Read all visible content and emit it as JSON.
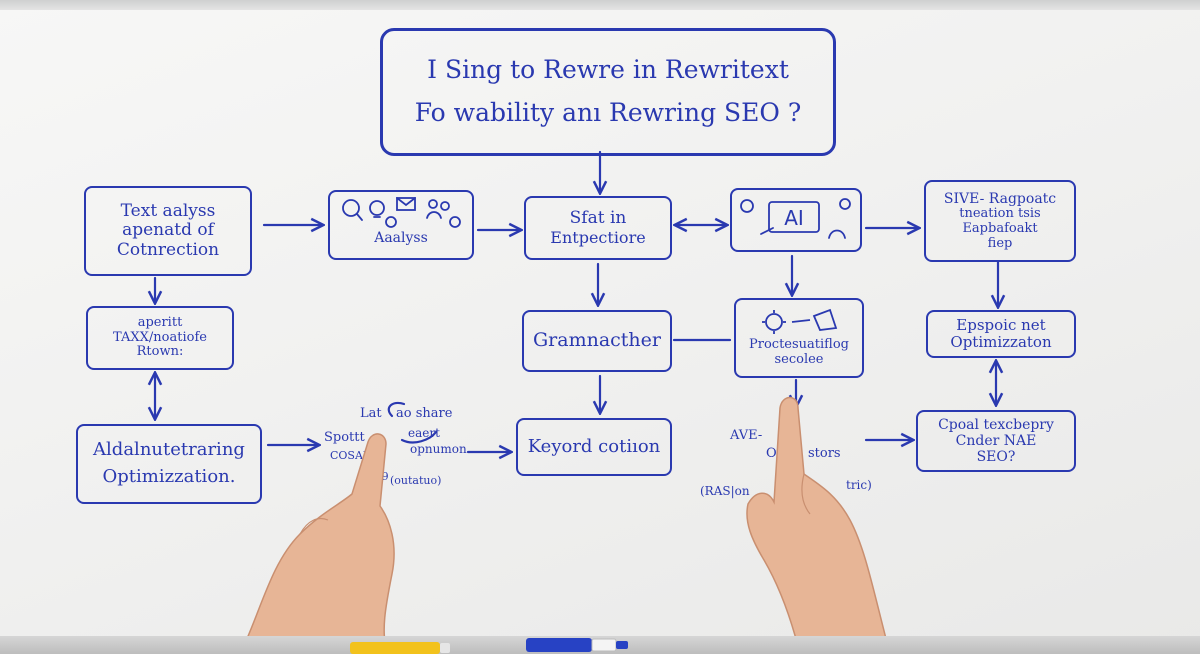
{
  "colors": {
    "ink": "#2a39b0",
    "board": "#f3f3f2",
    "skin": "#e9b89a",
    "marker_blue": "#2742c4",
    "marker_yellow": "#f2c21c"
  },
  "title_box": {
    "line1": "I Sing to Rewre in Rewritext",
    "line2": "Fo wability anı Rewring SEO ?"
  },
  "nodes": {
    "text_analysis": {
      "lines": [
        "Text aalyss",
        "apenatd of",
        "Cotnrection"
      ]
    },
    "icons_analysis": {
      "label": "Aaalyss",
      "icons": [
        "magnifier-icon",
        "lightbulb-icon",
        "envelope-icon",
        "people-icon"
      ]
    },
    "start_in": {
      "lines": [
        "Sfat in",
        "Entpectiore"
      ]
    },
    "ai": {
      "label": "AI",
      "icons": [
        "robot-icon",
        "person-icon"
      ]
    },
    "sive": {
      "lines": [
        "SIVE- Ragpoatc",
        "tneation tsis",
        "Eapbafoakt",
        "fiep"
      ]
    },
    "aperitt": {
      "lines": [
        "aperitt",
        "TAXX/noatiofe",
        "Rtown:"
      ]
    },
    "grammar": {
      "lines": [
        "Gramnacther"
      ]
    },
    "process": {
      "lines": [
        "Proctesuatiflog",
        "secolee"
      ],
      "icons": [
        "gear-icon",
        "megaphone-icon"
      ]
    },
    "epspoic": {
      "lines": [
        "Epspoic net",
        "Optimizzaton"
      ]
    },
    "aldal": {
      "lines": [
        "Aldalnutetraring",
        "Optimizzation."
      ]
    },
    "keyword": {
      "lines": [
        "Keyord cotiıon"
      ]
    },
    "cpoal": {
      "lines": [
        "Cpoal texcbepry",
        "Cnder NAE",
        "SEO?"
      ]
    }
  },
  "scribbles": {
    "left_cluster": [
      "Lat",
      "ao share",
      "Spottt",
      "eaert",
      "COSAL",
      "opnumon",
      "P.99",
      "(outatuo)"
    ],
    "right_cluster": [
      "AVE-",
      "OP",
      "stors",
      "(RAS|on",
      "tric)"
    ]
  }
}
